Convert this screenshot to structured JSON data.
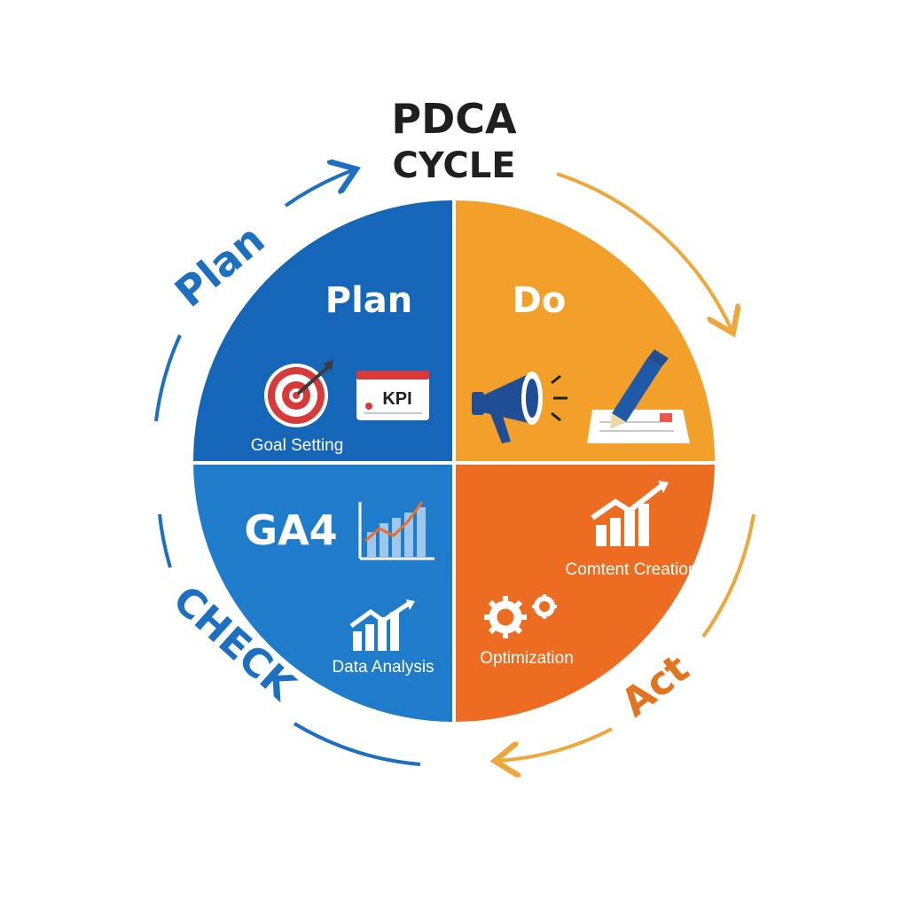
{
  "title": {
    "line1": "PDCA",
    "line2": "CYCLE"
  },
  "ring_labels": {
    "plan": "Plan",
    "check": "CHECK",
    "act": "Act"
  },
  "quadrants": {
    "plan": {
      "title": "Plan",
      "kpi_badge": "KPI",
      "label": "Goal Setting"
    },
    "do": {
      "title": "Do"
    },
    "check": {
      "ga_label": "GA4",
      "label": "Data Analysis"
    },
    "act": {
      "label_top": "Comtent Creation",
      "label_bottom": "Optimization"
    }
  },
  "colors": {
    "plan": "#1565b8",
    "do": "#f2a02a",
    "check": "#1e7ccb",
    "act": "#ec6c22",
    "arrow_blue": "#1c6fc1",
    "arrow_orange": "#eda73a",
    "act_label": "#e2741f",
    "target_red": "#d83a3a"
  },
  "icons": [
    "target-icon",
    "kpi-board-icon",
    "megaphone-icon",
    "pen-icon",
    "document-icon",
    "ga4-chart-icon",
    "bar-chart-growth-icon",
    "gear-icon"
  ]
}
